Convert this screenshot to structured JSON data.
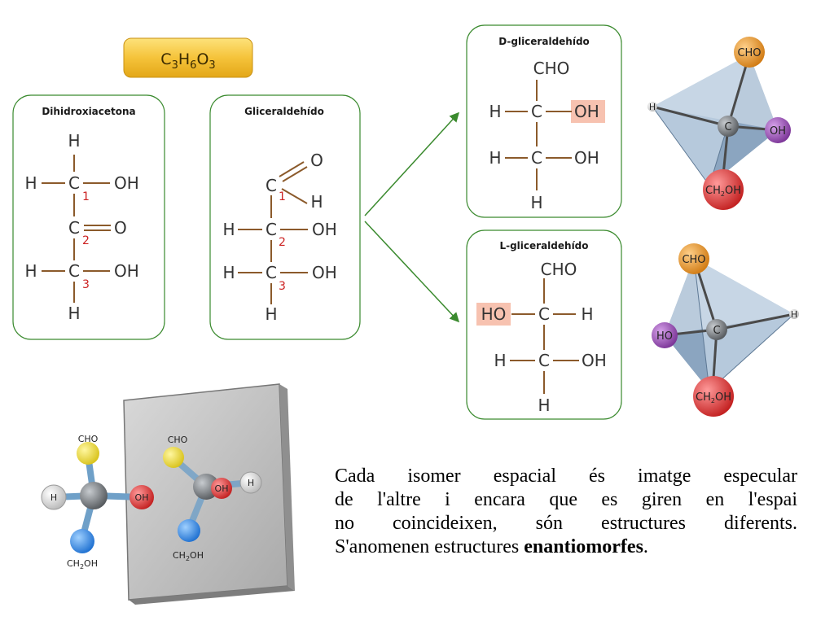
{
  "formula": {
    "c": "C",
    "c_sub": "3",
    "h": "H",
    "h_sub": "6",
    "o": "O",
    "o_sub": "3"
  },
  "atoms": {
    "H": "H",
    "C": "C",
    "OH": "OH",
    "HO": "HO",
    "O": "O",
    "CHO": "CHO",
    "CH2OH_base": "CH",
    "CH2OH_sub": "2",
    "CH2OH_tail": "OH"
  },
  "numbers": {
    "n1": "1",
    "n2": "2",
    "n3": "3"
  },
  "boxes": {
    "dihidroxiacetona": "Dihidroxiacetona",
    "gliceraldehido": "Gliceraldehído",
    "d_gliceraldehido": "D-gliceraldehído",
    "l_gliceraldehido": "L-gliceraldehído"
  },
  "caption": {
    "line1": "Cada isomer espacial és imatge especular",
    "line2": "de l'altre i encara que es giren en l'espai",
    "line3": "no coincideixen, són estructures diferents.",
    "line4_prefix": "S'anomenen estructures ",
    "line4_bold": "enantiomorfes",
    "line4_suffix": "."
  },
  "colors": {
    "frame_green": "#3a8a2e",
    "bond_brown": "#8b5a2b",
    "highlight_oh": "#f7c2b0",
    "formula_badge": "#f5c33a",
    "cho_sphere": "#e08a1e",
    "oh_sphere": "#8e4aa8",
    "ch2oh_sphere": "#d83232",
    "carbon_sphere": "#6f7377"
  }
}
